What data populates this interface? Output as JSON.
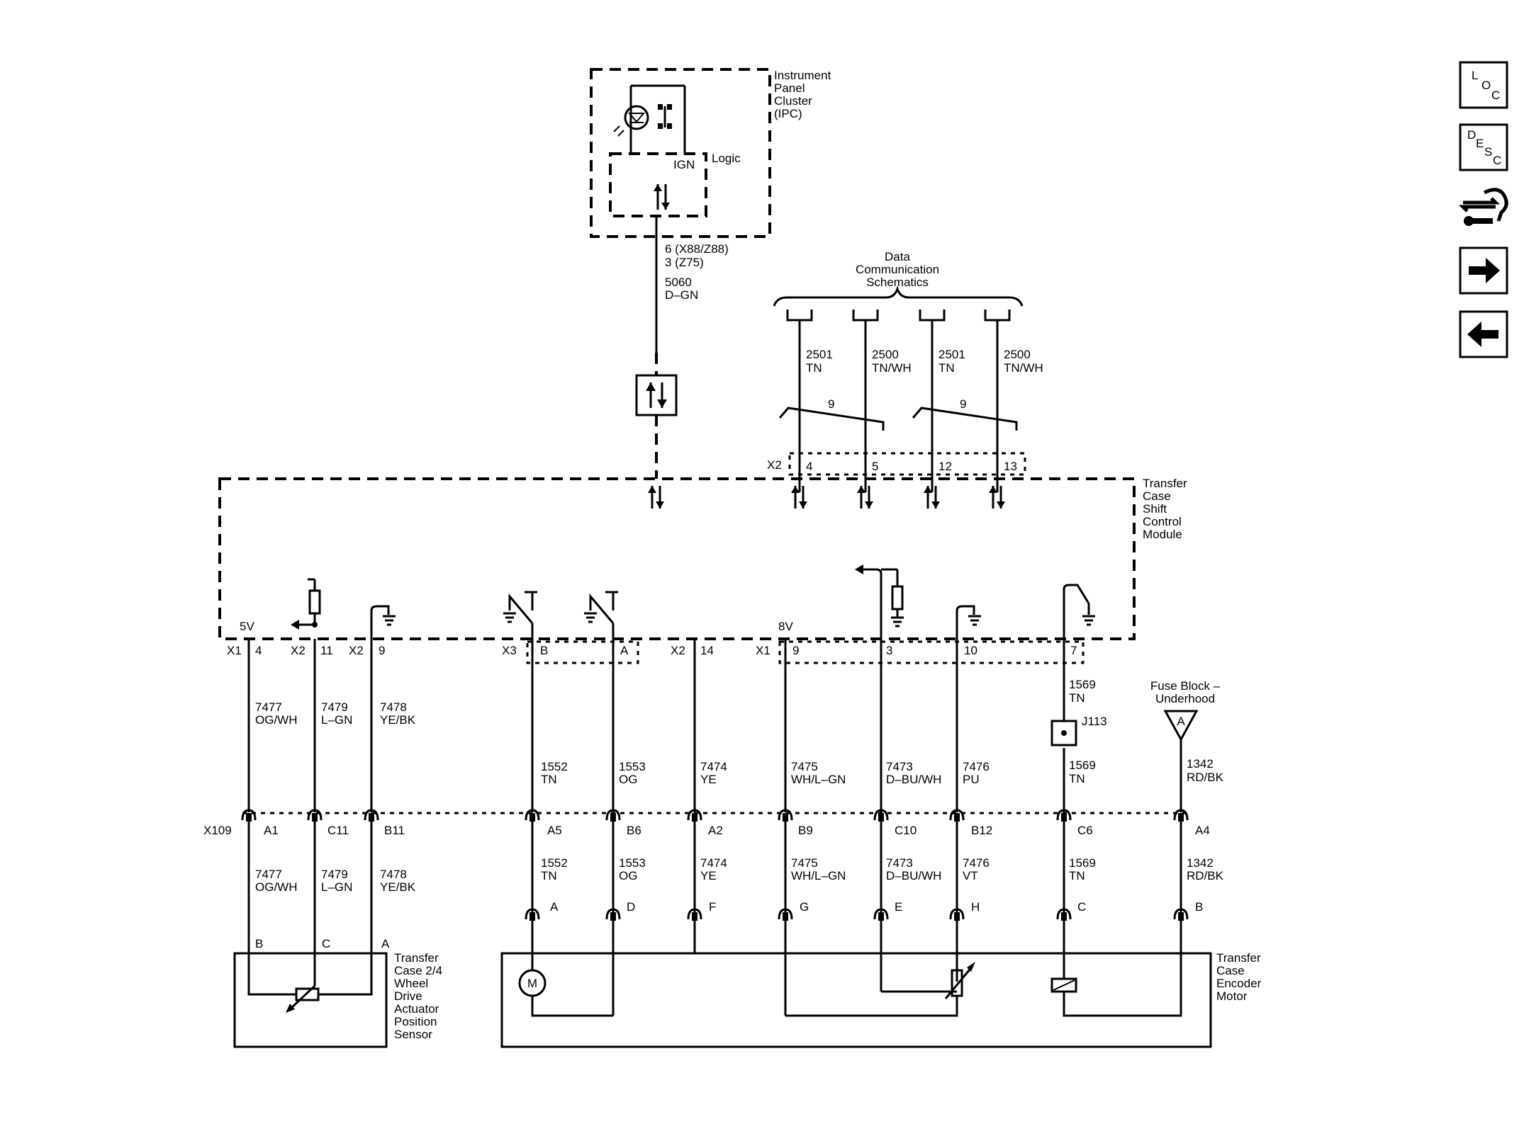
{
  "modules": {
    "ipc": [
      "Instrument",
      "Panel",
      "Cluster",
      "(IPC)"
    ],
    "ipc_logic": "Logic",
    "ipc_ign": "IGN",
    "tcscm": [
      "Transfer",
      "Case",
      "Shift",
      "Control",
      "Module"
    ],
    "sensor": [
      "Transfer",
      "Case 2/4",
      "Wheel",
      "Drive",
      "Actuator",
      "Position",
      "Sensor"
    ],
    "motor": [
      "Transfer",
      "Case",
      "Encoder",
      "Motor"
    ],
    "fuse_block": [
      "Fuse Block –",
      "Underhood"
    ],
    "fuse_symbol": "A",
    "data_comm": [
      "Data",
      "Communication",
      "Schematics"
    ]
  },
  "ipc_wire": [
    "6 (X88/Z88)",
    "3 (Z75)",
    "5060",
    "D–GN"
  ],
  "data_wires": [
    {
      "circuit": "2501",
      "color": "TN",
      "pin": "4"
    },
    {
      "circuit": "2500",
      "color": "TN/WH",
      "pin": "5"
    },
    {
      "circuit": "2501",
      "color": "TN",
      "pin": "12"
    },
    {
      "circuit": "2500",
      "color": "TN/WH",
      "pin": "13"
    }
  ],
  "twist_labels": [
    "9",
    "9"
  ],
  "module_connectors": {
    "x2_top": "X2",
    "bottom": [
      {
        "conn": "X1",
        "pin": "4"
      },
      {
        "conn": "X2",
        "pin": "11"
      },
      {
        "conn": "X2",
        "pin": "9"
      },
      {
        "conn": "X3",
        "pin": "B"
      },
      {
        "conn": "",
        "pin": "A"
      },
      {
        "conn": "X2",
        "pin": "14"
      },
      {
        "conn": "X1",
        "pin": "9"
      },
      {
        "conn": "",
        "pin": "3"
      },
      {
        "conn": "",
        "pin": "10"
      },
      {
        "conn": "",
        "pin": "7"
      }
    ]
  },
  "voltages": [
    "5V",
    "8V"
  ],
  "upper_wires": [
    {
      "circuit": "7477",
      "color": "OG/WH"
    },
    {
      "circuit": "7479",
      "color": "L–GN"
    },
    {
      "circuit": "7478",
      "color": "YE/BK"
    },
    {
      "circuit": "1552",
      "color": "TN"
    },
    {
      "circuit": "1553",
      "color": "OG"
    },
    {
      "circuit": "7474",
      "color": "YE"
    },
    {
      "circuit": "7475",
      "color": "WH/L–GN"
    },
    {
      "circuit": "7473",
      "color": "D–BU/WH"
    },
    {
      "circuit": "7476",
      "color": "PU"
    },
    {
      "circuit": "1569",
      "color": "TN"
    },
    {
      "circuit": "1342",
      "color": "RD/BK"
    }
  ],
  "splice": {
    "name": "J113",
    "circuit": "1569",
    "color": "TN"
  },
  "inline_connector": "X109",
  "inline_pins": [
    "A1",
    "C11",
    "B11",
    "A5",
    "B6",
    "A2",
    "B9",
    "C10",
    "B12",
    "C6",
    "A4"
  ],
  "lower_wires": [
    {
      "circuit": "7477",
      "color": "OG/WH"
    },
    {
      "circuit": "7479",
      "color": "L–GN"
    },
    {
      "circuit": "7478",
      "color": "YE/BK"
    },
    {
      "circuit": "1552",
      "color": "TN"
    },
    {
      "circuit": "1553",
      "color": "OG"
    },
    {
      "circuit": "7474",
      "color": "YE"
    },
    {
      "circuit": "7475",
      "color": "WH/L–GN"
    },
    {
      "circuit": "7473",
      "color": "D–BU/WH"
    },
    {
      "circuit": "7476",
      "color": "VT"
    },
    {
      "circuit": "1569",
      "color": "TN"
    },
    {
      "circuit": "1342",
      "color": "RD/BK"
    }
  ],
  "sensor_pins": [
    "B",
    "C",
    "A"
  ],
  "motor_pins": [
    "A",
    "D",
    "F",
    "G",
    "E",
    "H",
    "C",
    "B"
  ],
  "motor_symbol": "M",
  "nav": {
    "loc": [
      "L",
      "O",
      "C"
    ],
    "desc": [
      "D",
      "E",
      "S",
      "C"
    ]
  }
}
